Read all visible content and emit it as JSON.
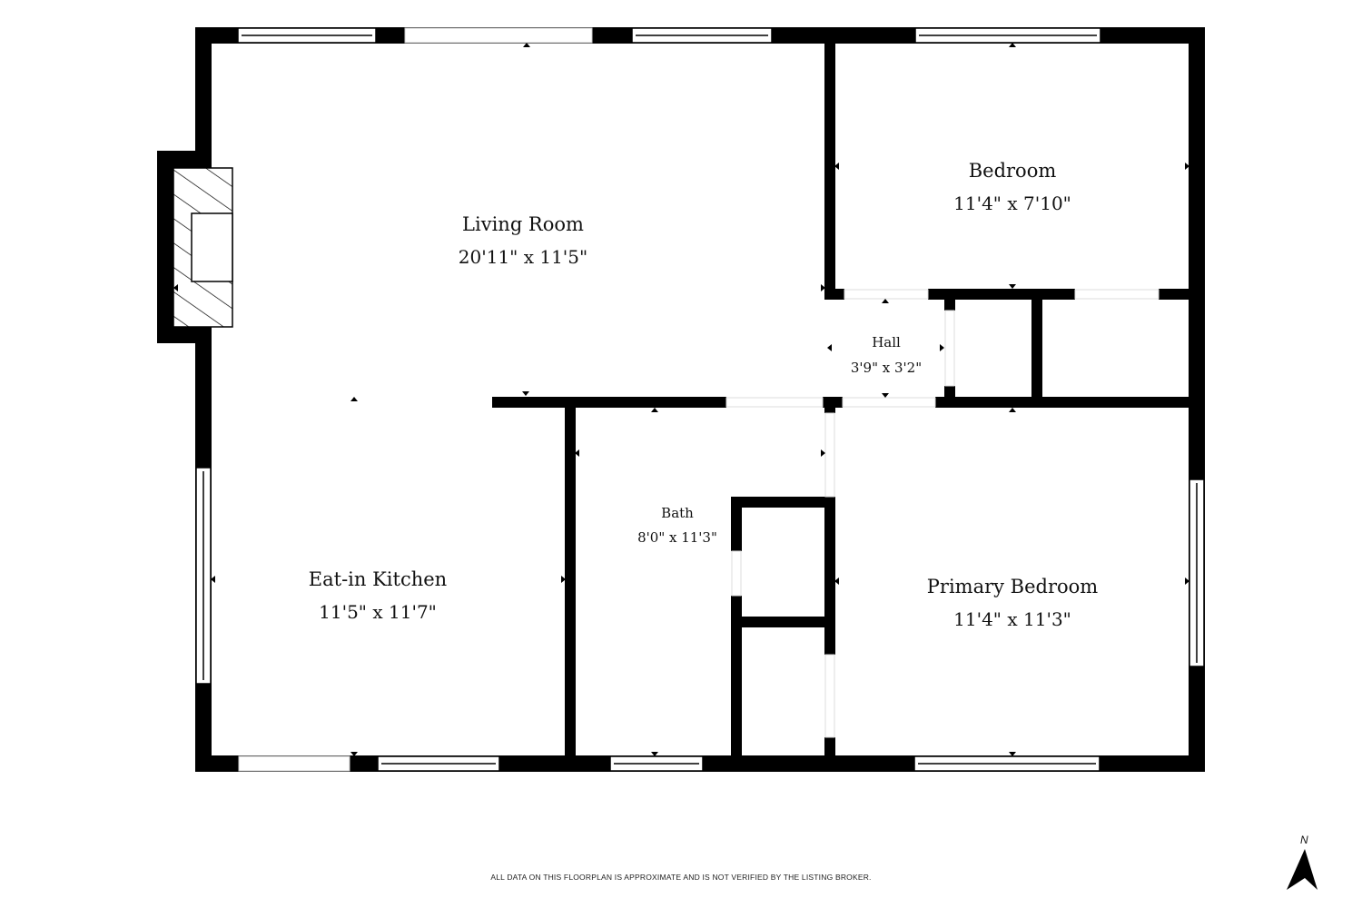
{
  "rooms": {
    "living": {
      "name": "Living Room",
      "dims": "20'11\" x 11'5\""
    },
    "bedroom": {
      "name": "Bedroom",
      "dims": "11'4\" x 7'10\""
    },
    "hall": {
      "name": "Hall",
      "dims": "3'9\" x 3'2\""
    },
    "bath": {
      "name": "Bath",
      "dims": "8'0\" x 11'3\""
    },
    "kitchen": {
      "name": "Eat-in Kitchen",
      "dims": "11'5\" x 11'7\""
    },
    "primary": {
      "name": "Primary Bedroom",
      "dims": "11'4\" x 11'3\""
    }
  },
  "footer": {
    "disclaimer": "ALL DATA ON THIS FLOORPLAN IS APPROXIMATE AND IS NOT VERIFIED BY THE LISTING BROKER."
  },
  "compass": {
    "label": "N"
  },
  "colors": {
    "wall": "#000000",
    "background": "#ffffff"
  }
}
